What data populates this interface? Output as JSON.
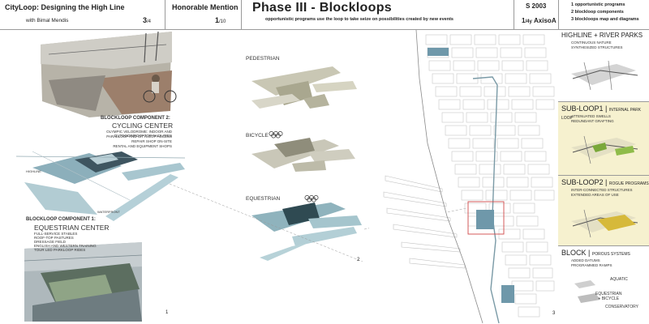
{
  "header": {
    "project_title": "CityLoop: Designing the High Line",
    "project_sub": "with Bimal Mendis",
    "sheet_frac_num": "3",
    "sheet_frac_den": "/4",
    "award": "Honorable Mention",
    "award_frac_num": "1",
    "award_frac_den": "/10",
    "phase_title": "Phase III - Blockloops",
    "phase_subtitle": "opportunistic programs use the loop to take seize on possibilities created by new events",
    "semester": "S 2003",
    "author_frac_num": "1",
    "author_frac_den": "/4y",
    "author": "AxisoA"
  },
  "legend": [
    "1 opportunistic programs",
    "2 blockloop components",
    "3 blockloops map and diagrams"
  ],
  "panel1": {
    "comp2_title": "BLOCKLOOP COMPONENT 2:",
    "comp2_name": "CYCLING CENTER",
    "comp2_lines": [
      "OLYMPIC VELODROME: INDOOR AND OUTDOOR/ROOFTOP FACILITIES",
      "PARALLOOP AND CITYLOOP ACCESS",
      "REPAIR SHOP ON-SITE",
      "RENTAL AND EQUIPMENT SHOPS"
    ],
    "highline_label": "HIGHLINE",
    "waterfront_label": "WATERFRONT",
    "comp1_title": "BLOCKLOOP COMPONENT 1:",
    "comp1_name": "EQUESTRIAN CENTER",
    "comp1_lines": [
      "FULL-SERVICE STABLES",
      "ROOF-TOP PASTURES",
      "DRESSAGE FIELD",
      "ENGLISH AND WESTERN TRAINING",
      "TOUR LED PARKLOOP RIDES"
    ],
    "number": "1"
  },
  "panel2": {
    "pedestrian": "PEDESTRIAN",
    "bicycle": "BICYCLE",
    "equestrian": "EQUESTRIAN",
    "number": "2"
  },
  "panel3": {
    "number": "3"
  },
  "sidebar": [
    {
      "head": "HIGHLINE + RIVER PARKS",
      "head_small": "",
      "lines": [
        "CONTINUOUS NATURE",
        "SYNTHESIZED STRUCTURES"
      ]
    },
    {
      "head": "SUB-LOOP1",
      "head_small": "INTERNAL PARK LOOP",
      "lines": [
        "ATTENUATED SWELLS",
        "REDUNDANT GRAFTING"
      ]
    },
    {
      "head": "SUB-LOOP2",
      "head_small": "ROGUE PROGRAMS",
      "lines": [
        "INTER-CONNECTED STRUCTURES",
        "EXTENDED AREAS OF USE"
      ]
    },
    {
      "head": "BLOCK",
      "head_small": "POROUS SYSTEMS",
      "lines": [
        "ADDED DATUMS",
        "PROGRAMMED RAMPS"
      ]
    }
  ],
  "block_labels": {
    "aquatic": "AQUATIC",
    "equestrian_bicycle": "EQUESTRIAN\n+ BICYCLE",
    "conservatory": "CONSERVATORY"
  }
}
